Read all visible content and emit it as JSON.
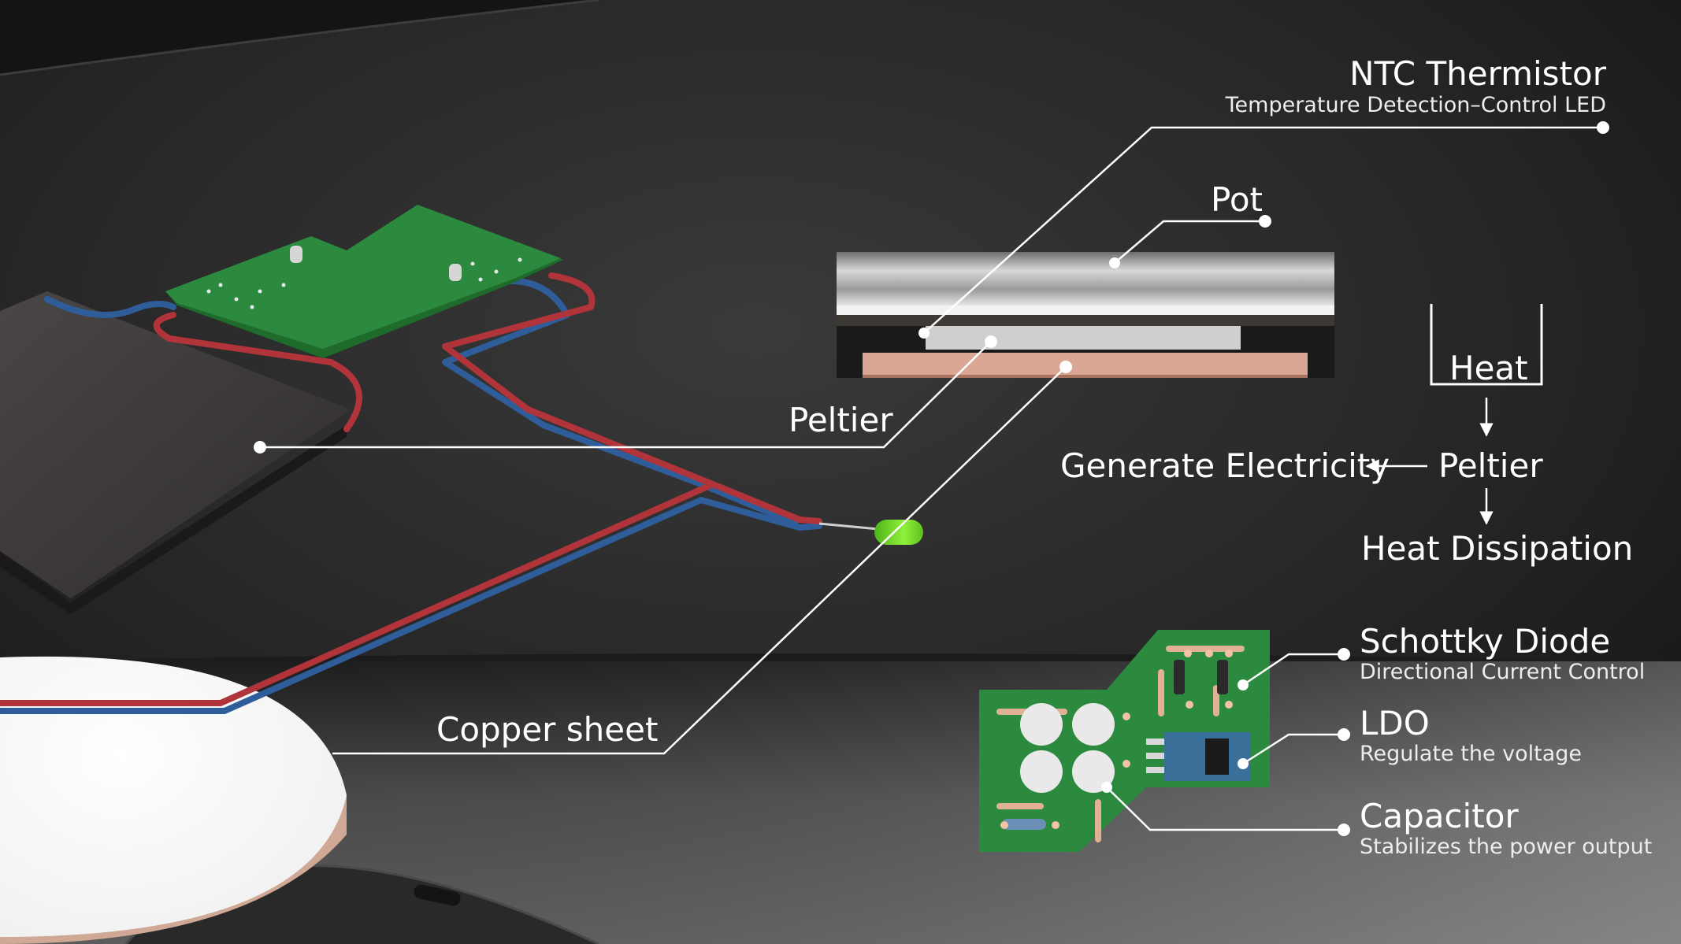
{
  "labels": {
    "ntc_title": "NTC Thermistor",
    "ntc_sub": "Temperature Detection–Control LED",
    "pot": "Pot",
    "peltier_left": "Peltier",
    "copper_sheet": "Copper sheet",
    "schottky_title": "Schottky Diode",
    "schottky_sub": "Directional Current Control",
    "ldo_title": "LDO",
    "ldo_sub": "Regulate the voltage",
    "capacitor_title": "Capacitor",
    "capacitor_sub": "Stabilizes the power output"
  },
  "flow": {
    "heat": "Heat",
    "peltier": "Peltier",
    "generate": "Generate Electricity",
    "dissipation": "Heat Dissipation"
  },
  "colors": {
    "background": "#1c1c1c",
    "pcb_green": "#2b8a3e",
    "wire_red": "#b0343a",
    "wire_blue": "#2f5d9a",
    "led_green": "#7ee02a",
    "copper": "#d9a793",
    "callout_line": "#ffffff"
  }
}
